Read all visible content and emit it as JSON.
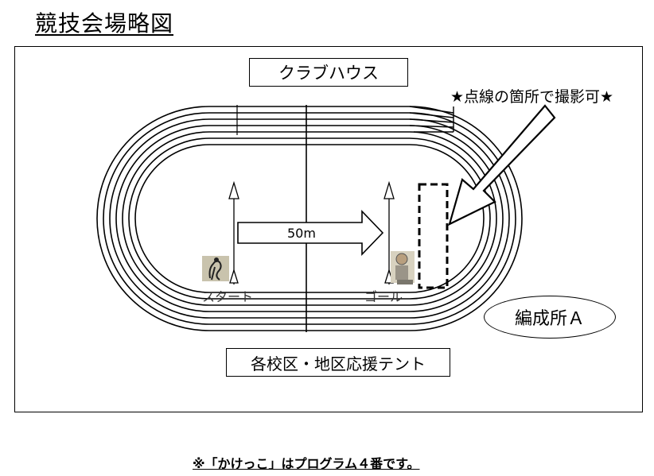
{
  "title": "競技会場略図",
  "clubhouse_label": "クラブハウス",
  "photo_note": "★点線の箇所で撮影可★",
  "distance_label": "50m",
  "start_label": "スタート",
  "goal_label": "ゴール",
  "unit_area_label": "編成所Ａ",
  "tents_label": "各校区・地区応援テント",
  "footer_note": "※「かけっこ」はプログラム４番です。"
}
